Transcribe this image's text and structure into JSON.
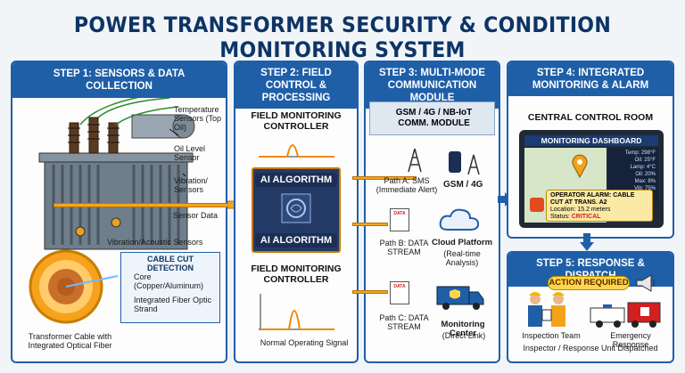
{
  "title": "POWER TRANSFORMER SECURITY & CONDITION MONITORING SYSTEM",
  "step1": {
    "header": "STEP 1: SENSORS & DATA COLLECTION",
    "temp_sensors": "Temperature Sensors (Top Oil)",
    "oil_level": "Oil Level Sensor",
    "vibration": "Vibration/ Sensors",
    "sensor_data": "Sensor Data",
    "vib_acoustic": "Vibration/Acoustic Sensors",
    "cable_cut_detection": "CABLE CUT DETECTION",
    "core": "Core (Copper/Aluminum)",
    "fiber": "Integrated Fiber Optic Strand",
    "cable_caption": "Transformer Cable with Integrated Optical Fiber"
  },
  "step2": {
    "header": "STEP 2: FIELD CONTROL & PROCESSING",
    "controller_top": "FIELD MONITORING CONTROLLER",
    "ai_top": "AI ALGORITHM",
    "ai_bottom": "AI ALGORITHM",
    "controller_bottom": "FIELD MONITORING CONTROLLER",
    "normal_signal": "Normal Operating Signal"
  },
  "step3": {
    "header": "STEP 3: MULTI-MODE COMMUNICATION MODULE",
    "module": "GSM / 4G / NB-IoT COMM. MODULE",
    "path_a": "Path A: SMS (Immediate Alert)",
    "gsm_4g": "GSM / 4G",
    "path_b": "Path B: DATA STREAM",
    "cloud": "Cloud Platform",
    "cloud_sub": "(Real-time Analysis)",
    "path_c": "Path C: DATA STREAM",
    "monitoring_center": "Monitoring Center",
    "monitoring_center_sub": "(Direct Link)",
    "doc_label": "DATA"
  },
  "step4": {
    "header": "STEP 4: INTEGRATED MONITORING & ALARM",
    "control_room": "CENTRAL CONTROL ROOM",
    "dashboard": "MONITORING DASHBOARD",
    "readings": [
      "Temp: 298°F",
      "Oil: 25°F",
      "Lamp: 4°C",
      "Oil: 20%",
      "Max: 8%",
      "Vib: 75%"
    ],
    "alarm_title": "OPERATOR ALARM: CABLE CUT AT TRANS. A2",
    "alarm_location": "Location: 15.2 meters",
    "alarm_status_label": "Status:",
    "alarm_status": "CRITICAL"
  },
  "step5": {
    "header": "STEP 5: RESPONSE & DISPATCH",
    "action": "ACTION REQUIRED",
    "inspection": "Inspection Team",
    "emergency": "Emergency Response",
    "dispatch": "Inspector / Response Unit Dispatched"
  },
  "colors": {
    "primary": "#1f5fa8",
    "title": "#0d3466",
    "wire": "#f3a51f",
    "critical": "#d21f1f"
  }
}
